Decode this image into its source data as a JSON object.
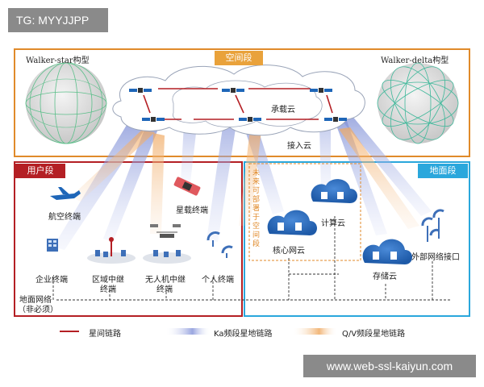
{
  "watermarks": {
    "top_left": "TG: MYYJJPP",
    "bottom_right": "www.web-ssl-kaiyun.com"
  },
  "sections": {
    "space": "空间段",
    "user": "用户段",
    "ground": "地面段"
  },
  "constellations": {
    "star": "Walker-star构型",
    "delta": "Walker-delta构型"
  },
  "clouds": {
    "carrier": "承载云",
    "access": "接入云"
  },
  "user_terminals": {
    "aviation": "航空终端",
    "spaceborne": "星载终端",
    "enterprise": "企业终端",
    "regional_relay_line1": "区域中继",
    "regional_relay_line2": "终端",
    "uav_relay_line1": "无人机中继",
    "uav_relay_line2": "终端",
    "personal": "个人终端"
  },
  "ground_nodes": {
    "future_note": "未来可部署于空间段",
    "compute_cloud": "计算云",
    "core_cloud": "核心网云",
    "storage_cloud": "存储云",
    "external_interface": "外部网络接口"
  },
  "ground_network": {
    "line1": "地面网络",
    "line2": "（非必须）"
  },
  "legend": {
    "isl": "星间链路",
    "ka": "Ka频段星地链路",
    "qv": "Q/V频段星地链路"
  },
  "colors": {
    "space": "#e08a2a",
    "user": "#b41f24",
    "ground": "#2aa7dc",
    "ka_beam": "#8a97d8",
    "qv_beam": "#f0b070"
  }
}
